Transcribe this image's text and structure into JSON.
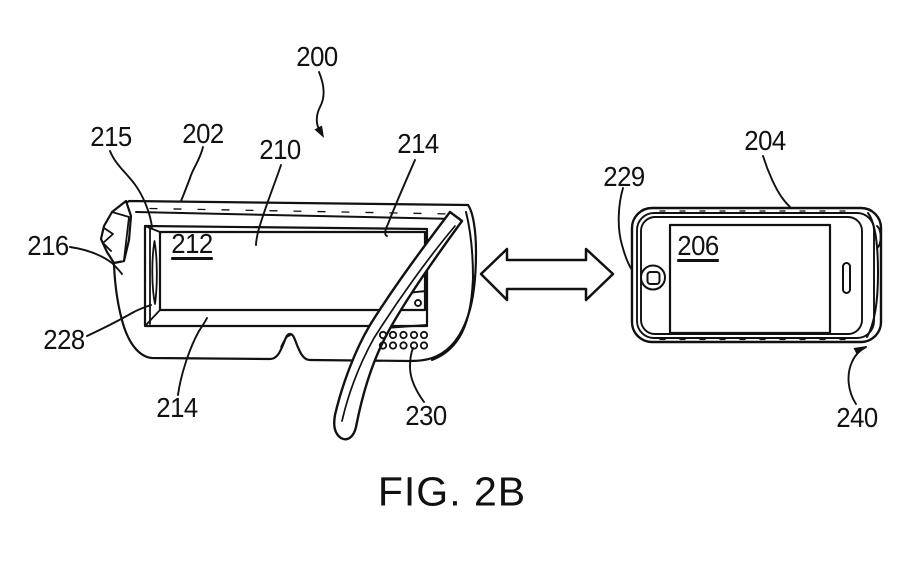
{
  "figure": {
    "caption": "FIG. 2B",
    "labels": {
      "n200": "200",
      "n202": "202",
      "n204": "204",
      "n206": "206",
      "n210": "210",
      "n212": "212",
      "n214_top": "214",
      "n214_bottom": "214",
      "n215": "215",
      "n216": "216",
      "n228": "228",
      "n229": "229",
      "n230": "230",
      "n240": "240"
    },
    "colors": {
      "ink": "#111111",
      "background": "#ffffff"
    }
  }
}
